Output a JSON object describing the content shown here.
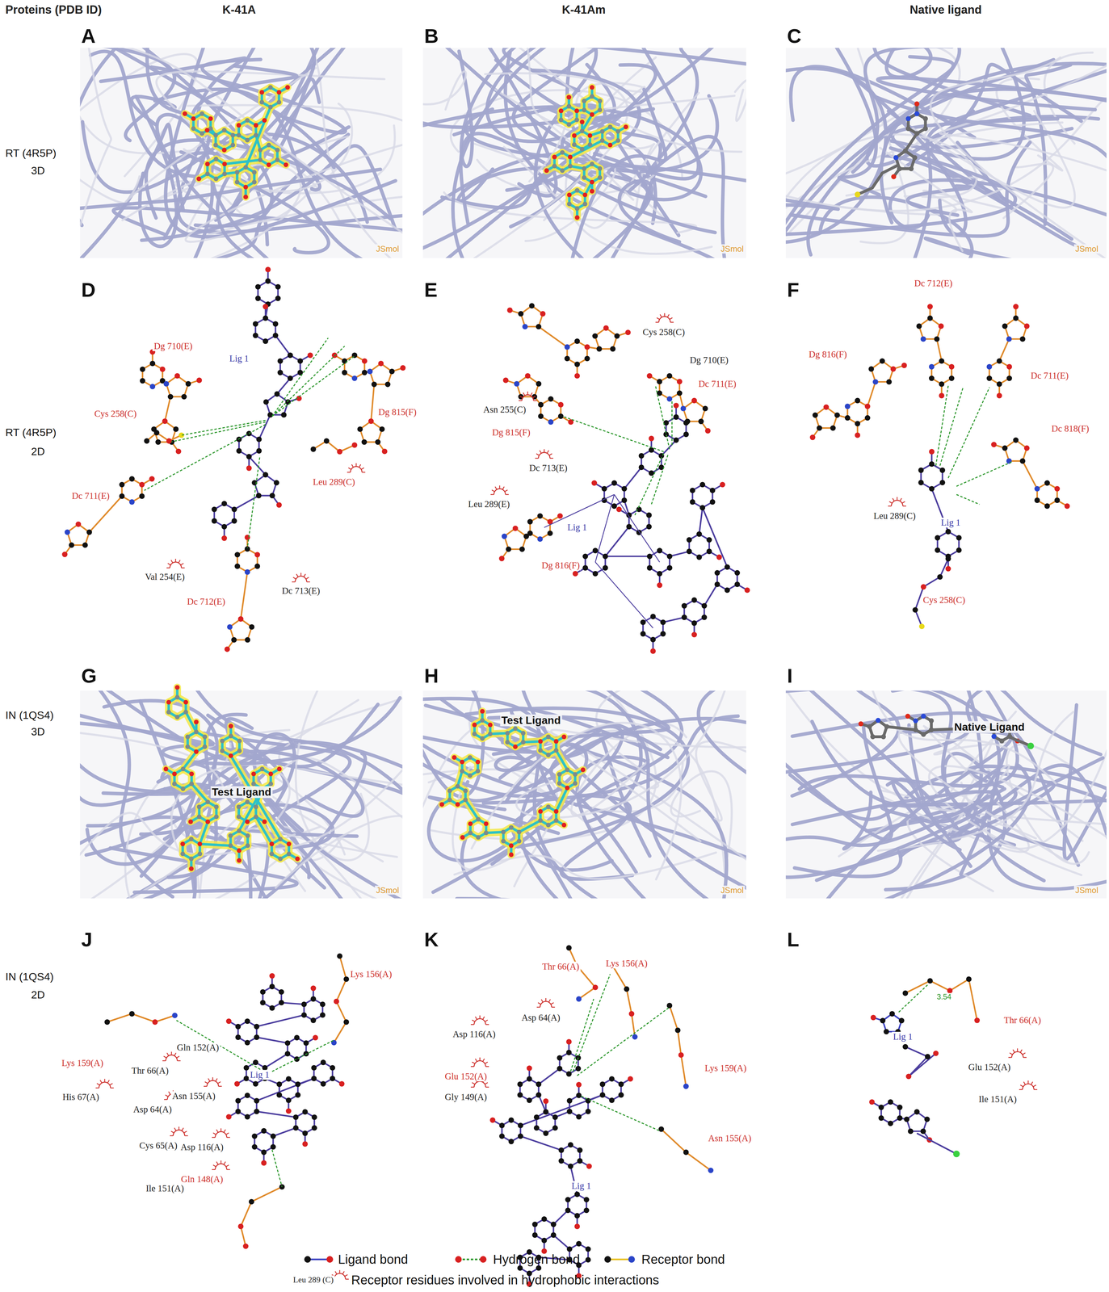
{
  "diagram": {
    "labels": [
      "Proteins (PDB ID)",
      "K-41A",
      "K-41Am",
      "Native ligand",
      "A",
      "B",
      "C",
      "RT (4R5P)",
      "3D",
      "D",
      "E",
      "F",
      "RT (4R5P)",
      "2D",
      "G",
      "H",
      "I",
      "IN (1QS4)",
      "3D",
      "J",
      "K",
      "L",
      "IN (1QS4)",
      "2D",
      "JSmol",
      "JSmol",
      "JSmol",
      "Test Ligand",
      "JSmol",
      "Test Ligand",
      "JSmol",
      "Native Ligand",
      "JSmol",
      "Dg 710(E)",
      "Lig 1",
      "Dg 815(F)",
      "Cys 258(C)",
      "Dc 711(E)",
      "Leu 289(C)",
      "Val 254(E)",
      "Dc 713(E)",
      "Dc 712(E)",
      "Cys 258(C)",
      "Dg 710(E)",
      "Dc 711(E)",
      "Asn 255(C)",
      "Dg 815(F)",
      "Dc 713(E)",
      "Leu 289(E)",
      "Lig 1",
      "Dg 816(F)",
      "Dc 712(E)",
      "Dg 816(F)",
      "Dc 711(E)",
      "Dc 818(F)",
      "Leu 289(C)",
      "Lig 1",
      "Cys 258(C)",
      "Lys 156(A)",
      "Gln 152(A)",
      "Lys 159(A)",
      "Thr 66(A)",
      "Lig 1",
      "Asn 155(A)",
      "His 67(A)",
      "Asp 64(A)",
      "Cys 65(A)",
      "Asp 116(A)",
      "Gln 148(A)",
      "Ile 151(A)",
      "Lys 156(A)",
      "Thr 66(A)",
      "Asp 64(A)",
      "Asp 116(A)",
      "Lys 159(A)",
      "Glu 152(A)",
      "Gly 149(A)",
      "Asn 155(A)",
      "Lig 1",
      "3.54",
      "Thr 66(A)",
      "Lig 1",
      "Glu 152(A)",
      "Ile 151(A)",
      "Leu 289 (C)"
    ],
    "legend": [
      {
        "text": "Ligand bond"
      },
      {
        "text": "Hydrogen bond"
      },
      {
        "text": "Receptor bond"
      },
      {
        "text": "Receptor residues involved in hydrophobic interactions"
      }
    ]
  }
}
